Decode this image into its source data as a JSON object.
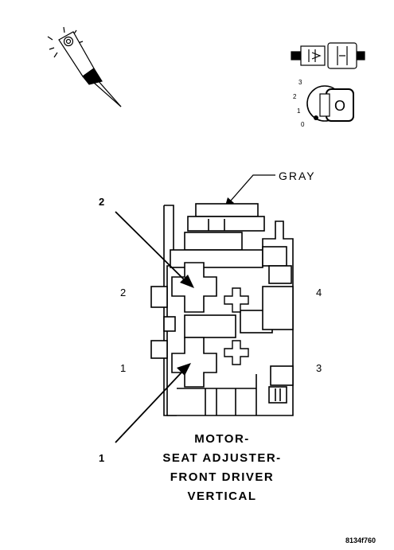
{
  "wire_color_label": "GRAY",
  "callouts": {
    "ref_top": "2",
    "ref_bottom": "1"
  },
  "pins": {
    "pin_upper_left": "2",
    "pin_upper_right": "4",
    "pin_lower_left": "1",
    "pin_lower_right": "3"
  },
  "caption_lines": [
    "MOTOR-",
    "SEAT ADJUSTER-",
    "FRONT DRIVER",
    "VERTICAL"
  ],
  "ignition_positions": [
    "3",
    "2",
    "1",
    "0"
  ],
  "key_symbol": "O",
  "figure_code": "8134f760",
  "icons": [
    "test-probe-icon",
    "connector-pair-icon",
    "ignition-switch-icon"
  ]
}
